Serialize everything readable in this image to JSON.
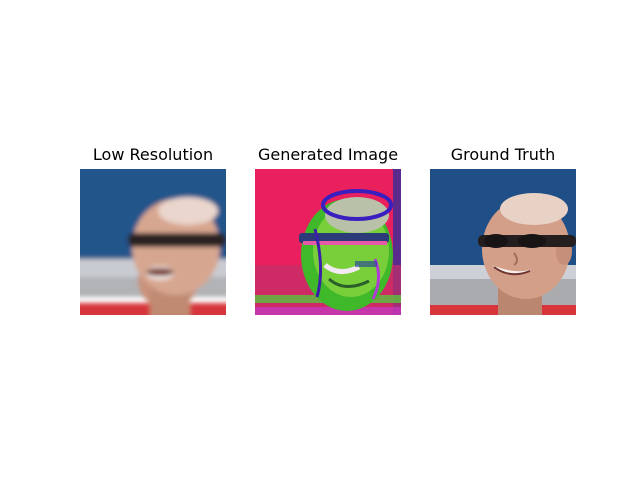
{
  "panels": [
    {
      "title": "Low Resolution",
      "image": "blurred-face-photo"
    },
    {
      "title": "Generated Image",
      "image": "distorted-face-photo"
    },
    {
      "title": "Ground Truth",
      "image": "sharp-face-photo"
    }
  ],
  "colors": {
    "background_blue": "#1f4f86",
    "stripe_red": "#d8353a",
    "generated_pink": "#ea1f5e",
    "generated_green": "#4fd12a"
  }
}
